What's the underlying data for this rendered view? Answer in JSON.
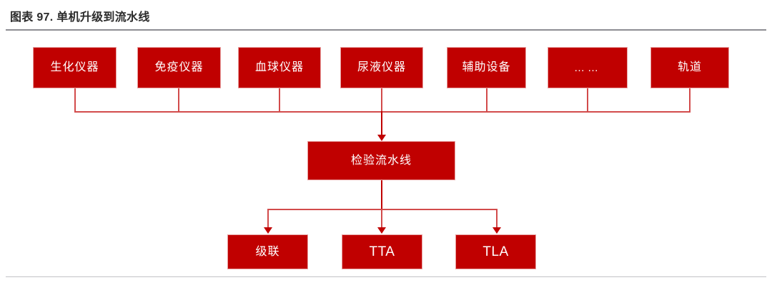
{
  "figure": {
    "title": "图表 97. 单机升级到流水线",
    "accent_color": "#C00000",
    "connector_color": "#d24b4b",
    "rule_color": "#8d8d92"
  },
  "diagram": {
    "type": "flowchart",
    "sources": [
      {
        "label": "生化仪器"
      },
      {
        "label": "免疫仪器"
      },
      {
        "label": "血球仪器"
      },
      {
        "label": "尿液仪器"
      },
      {
        "label": "辅助设备"
      },
      {
        "label": "……"
      },
      {
        "label": "轨道"
      }
    ],
    "hub": {
      "label": "检验流水线"
    },
    "outputs": [
      {
        "label": "级联"
      },
      {
        "label": "TTA"
      },
      {
        "label": "TLA"
      }
    ]
  }
}
